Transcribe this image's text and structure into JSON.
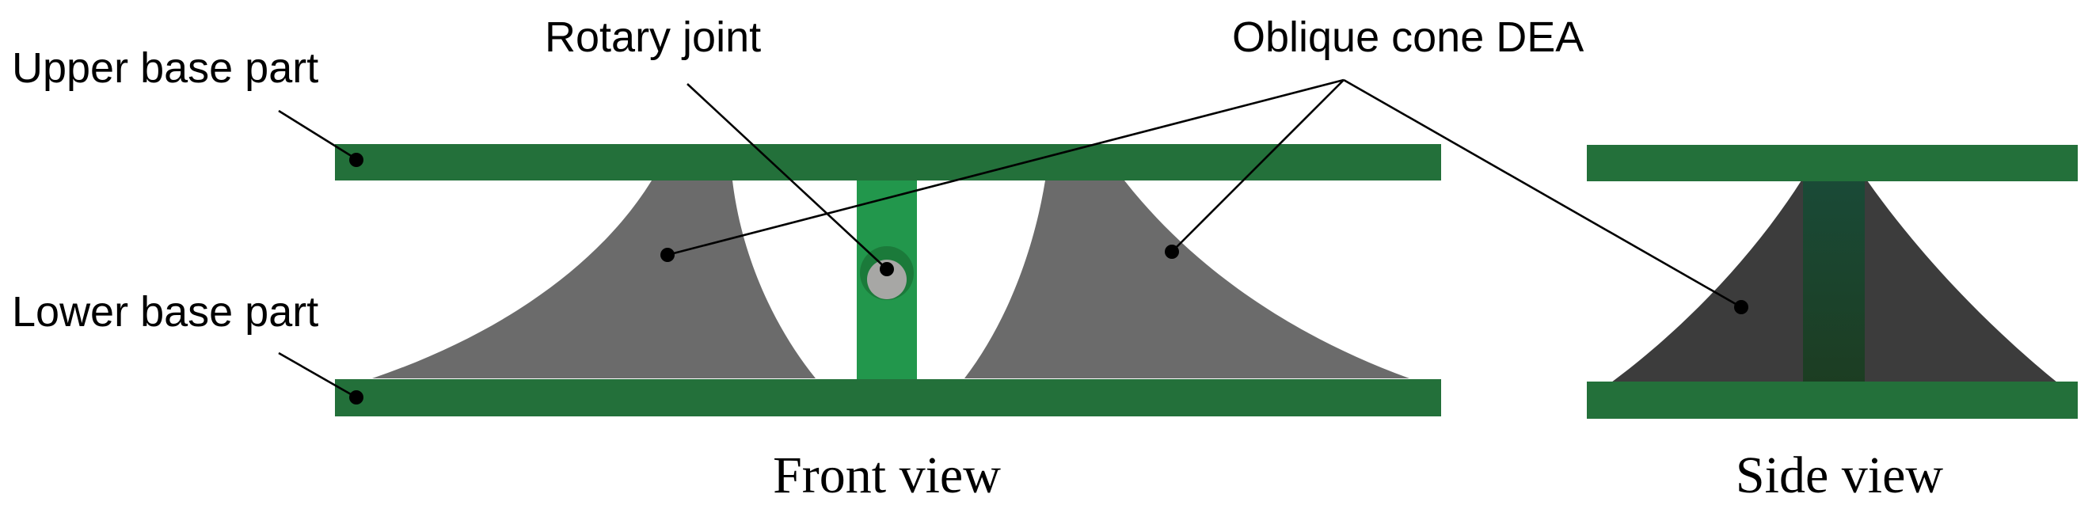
{
  "labels": {
    "upper_base": "Upper base part",
    "lower_base": "Lower base part",
    "rotary_joint": "Rotary joint",
    "dea": "Oblique cone DEA",
    "front_view": "Front view",
    "side_view": "Side view"
  },
  "colors": {
    "base_plate": "#23703a",
    "joint_column": "#22974c",
    "joint_ring": "#1b7a3a",
    "joint_pin": "#a7a7a5",
    "cone_front": "#6b6b6b",
    "cone_side": "#3c3c3c",
    "side_column_top": "#1a4a37",
    "side_column_bottom": "#1c3d22",
    "leader_line": "#000000",
    "background": "#ffffff"
  }
}
